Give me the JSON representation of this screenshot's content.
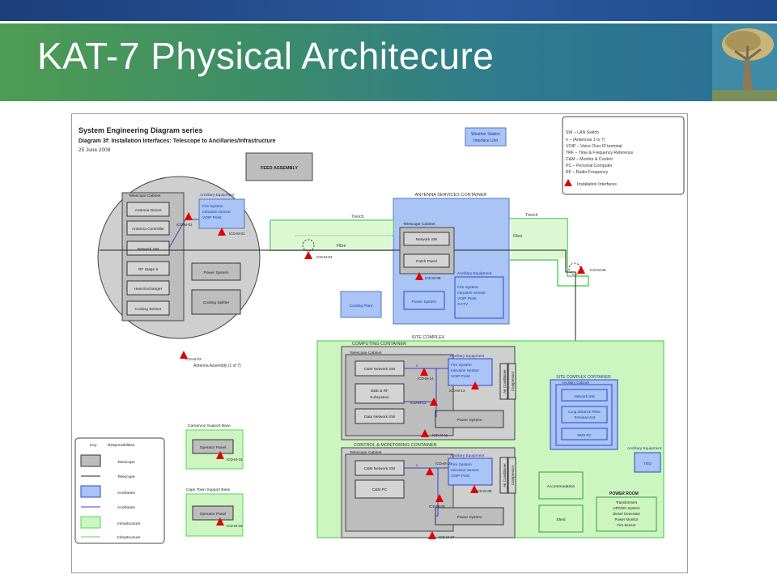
{
  "slide": {
    "title": "KAT-7 Physical Architecure"
  },
  "colors": {
    "banner_green": "#4f9c52",
    "banner_blue": "#2a6f97",
    "ancillary_blue": "#a9c4f5",
    "infrastructure_green": "#ccf5c0",
    "telescope_grey": "#bdbdbd",
    "marker_red": "#e00000"
  },
  "header": {
    "series": "System Engineering Diagram series",
    "diagram": "Diagram 3f: Installation Interfaces: Telescope to Ancillaries/Infrastructure",
    "date": "25 June 2008"
  },
  "abbrev": {
    "lines": [
      "SW – LAN Switch",
      "n  –  (Antennas 1 to 7)",
      "VOIP – Voice Over IP terminal",
      "TRF – Time & Frequency Reference",
      "C&M – Monitor & Control",
      "PC – Personal Computer",
      "RF – Radio Frequency"
    ],
    "interfaces": "Installation Interfaces"
  },
  "weather": {
    "line1": "Weather Station",
    "line2": "Interface Unit"
  },
  "feed": "FEED ASSEMBLY",
  "antenna": {
    "cabinet": "Telescope Cabinet",
    "items": [
      "Antenna Drives",
      "Antenna Controller",
      "Network SW",
      "RF Stage 5",
      "Heat Exchanger",
      "Cooling Sensor"
    ],
    "ancillary_title": "Ancillary Equipment",
    "ancillary_lines": [
      "Fire System",
      "Intrusion Sensor",
      "VOIP Point"
    ],
    "power": "Power System",
    "cooling": "Cooling Splitter",
    "caption": "Antenna Assembly (1 of 7)"
  },
  "icd": {
    "m01": "ICD-M-01",
    "m02": "ICD-M-02",
    "m03": "ICD-M-03",
    "m04": "ICD-M-04",
    "m05": "ICD-M-05",
    "m06": "ICD-M-06",
    "m07": "ICD-M-07",
    "m08": "ICD-M-08",
    "m09": "ICD-M-09",
    "m10": "ICD-M-10",
    "m11": "ICD-M-11",
    "m12": "ICD-M-12",
    "m13": "ICD-M-13",
    "m14": "ICD-M-14",
    "m15": "ICD-M-15",
    "m16": "ICD-M-16"
  },
  "links": {
    "trench1": "Trench",
    "trench2": "Trench",
    "fibre1": "Fibre",
    "fibre2": "Fibre"
  },
  "asc": {
    "title": "ANTENNA SERVICES CONTAINER",
    "cabinet": "Telescope Cabinet",
    "network": "Network SW",
    "patch": "Patch Panel",
    "power": "Power System",
    "ancillary_title": "Ancillary Equipment",
    "ancillary_lines": [
      "Fire System",
      "Intrusion Sensor",
      "VOIP Point",
      "CCTV"
    ]
  },
  "cooling_plant_1": "Cooling Plant",
  "cooling_plant_2": "Cooling Plant",
  "site": {
    "title": "SITE COMPLEX"
  },
  "computing": {
    "title": "COMPUTING CONTAINER",
    "cabinet": "Telescope Cabinet",
    "cm_sw": "C&M Network SW",
    "dbe_1": "DBE & RF",
    "dbe_2": "Subsystem",
    "data_sw": "Data Network SW",
    "ancillary_title": "Ancillary Equipment",
    "ancillary_lines": [
      "Fire System",
      "Intrusion Sensor",
      "VOIP Point"
    ],
    "power": "Power System",
    "aircon": "Air Conditioner",
    "compressor": "Compressor",
    "n_label": "n"
  },
  "cmc": {
    "title": "CONTROL & MONITORING CONTAINER",
    "cabinet": "Telescope Cabinet",
    "cm_sw": "C&M Network SW",
    "cm_pc": "C&M PC",
    "ancillary_title": "Ancillary Equipment",
    "ancillary_lines": [
      "Fire System",
      "Intrusion Sensor",
      "VOIP Point"
    ],
    "power": "Power System",
    "aircon": "Air Conditioner",
    "compressor": "Compressor",
    "n_label": "n"
  },
  "scc": {
    "title": "SITE COMPLEX CONTAINER",
    "cabinet": "Ancillary Cabinet",
    "network": "Network SW",
    "long_1": "Long distance Fibre",
    "long_2": "Terminal Unit",
    "bms": "BMS PC"
  },
  "ancillary_tbd": {
    "title": "Ancillary Equipment",
    "tbd": "TBD"
  },
  "accommodation": "Accommodation",
  "shed": "Shed",
  "power_room": {
    "title": "POWER ROOM",
    "lines": [
      "Transformers",
      "UPS/DC System",
      "Diesel Generator",
      "Power Monitor",
      "Fire Sensor"
    ]
  },
  "carnarvon": {
    "title": "Carnarvon Support Base",
    "panel": "Operator Panel"
  },
  "capetown": {
    "title": "Cape Town Support Base",
    "panel": "Operator Panel"
  },
  "key": {
    "title": "Key:",
    "resp": "Responsibilities",
    "labels": [
      "Telescope",
      "Telescope",
      "Ancillaries",
      "Ancillaries",
      "Infrastructure",
      "Infrastructure"
    ]
  }
}
